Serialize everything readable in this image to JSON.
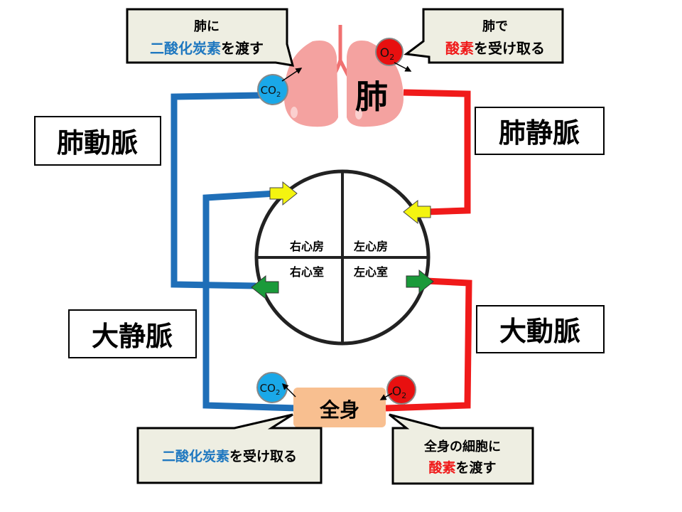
{
  "colors": {
    "blue_vessel": "#1f6fb8",
    "red_vessel": "#f01a1a",
    "co2": "#1aa8e8",
    "o2": "#e81010",
    "callout_bg": "#eeeee2",
    "body_box": "#f8bf90",
    "lung": "#f4a2a0",
    "yellow_arrow": "#f4f410",
    "green_arrow": "#1a9a3a",
    "blue_text": "#1f78c0",
    "red_text": "#f01a1a"
  },
  "lungs": {
    "label": "肺"
  },
  "body": {
    "label": "全身"
  },
  "molecules": {
    "co2_main": "CO",
    "o2_main": "O",
    "sub": "2"
  },
  "vessels": {
    "pulmonary_artery": "肺動脈",
    "pulmonary_vein": "肺静脈",
    "vena_cava": "大静脈",
    "aorta": "大動脈"
  },
  "heart": {
    "right_atrium": "右心房",
    "left_atrium": "左心房",
    "right_ventricle": "右心室",
    "left_ventricle": "左心室"
  },
  "callouts": {
    "lung_co2": {
      "line1": "肺に",
      "colored": "二酸化炭素",
      "rest": "を渡す"
    },
    "lung_o2": {
      "line1": "肺で",
      "colored": "酸素",
      "rest": "を受け取る"
    },
    "body_co2": {
      "colored": "二酸化炭素",
      "rest": "を受け取る"
    },
    "body_o2": {
      "line1": "全身の細胞に",
      "colored": "酸素",
      "rest": "を渡す"
    }
  }
}
